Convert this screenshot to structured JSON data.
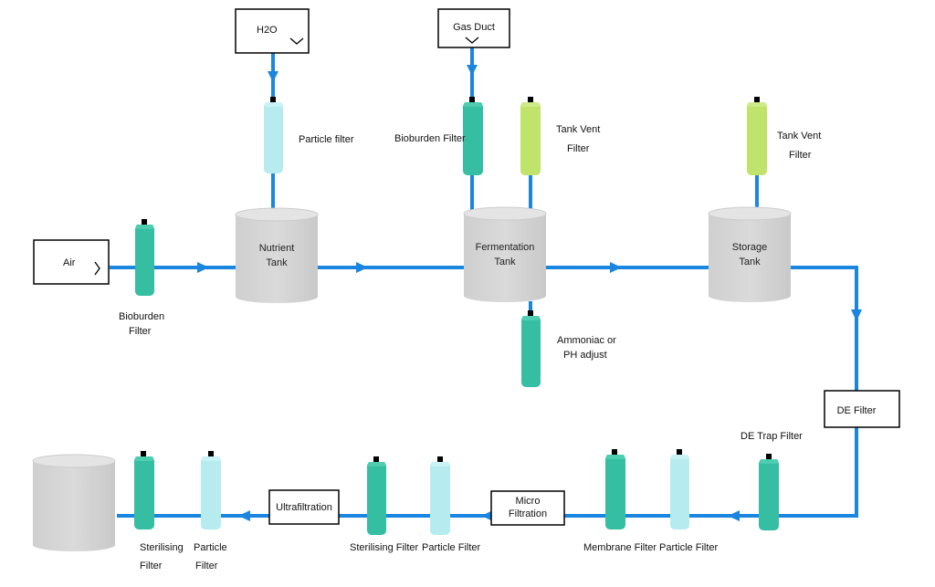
{
  "colors": {
    "pipe": "#1a86e0",
    "tank": "#d6d6d6",
    "tank_top": "#e4e4e4",
    "filter_teal": "#35bea1",
    "filter_teal_dark": "#2aa88c",
    "filter_light": "#b6ecef",
    "filter_green": "#bfe36b",
    "box_border": "#000000"
  },
  "inputs": {
    "h2o": "H2O",
    "gas_duct": "Gas Duct",
    "air": "Air"
  },
  "tanks": {
    "nutrient": [
      "Nutrient",
      "Tank"
    ],
    "fermentation": [
      "Fermentation",
      "Tank"
    ],
    "storage": [
      "Storage",
      "Tank"
    ]
  },
  "filters": {
    "particle_filter_top": "Particle filter",
    "bioburden_filter_top": "Bioburden Filter",
    "tank_vent_1": [
      "Tank Vent",
      "Filter"
    ],
    "tank_vent_2": [
      "Tank Vent",
      "Filter"
    ],
    "bioburden_air": [
      "Bioburden",
      "Filter"
    ],
    "ammoniac": [
      "Ammoniac or",
      "PH adjust"
    ],
    "de_trap": "DE Trap Filter",
    "membrane": "Membrane Filter",
    "particle_bottom_right": "Particle Filter",
    "sterilising_mid": "Sterilising Filter",
    "particle_mid": "Particle Filter",
    "sterilising_left": [
      "Sterilising",
      "Filter"
    ],
    "particle_left": [
      "Particle",
      "Filter"
    ]
  },
  "process_boxes": {
    "de_filter": "DE Filter",
    "micro_filtration": [
      "Micro",
      "Filtration"
    ],
    "ultrafiltration": "Ultrafiltration"
  }
}
